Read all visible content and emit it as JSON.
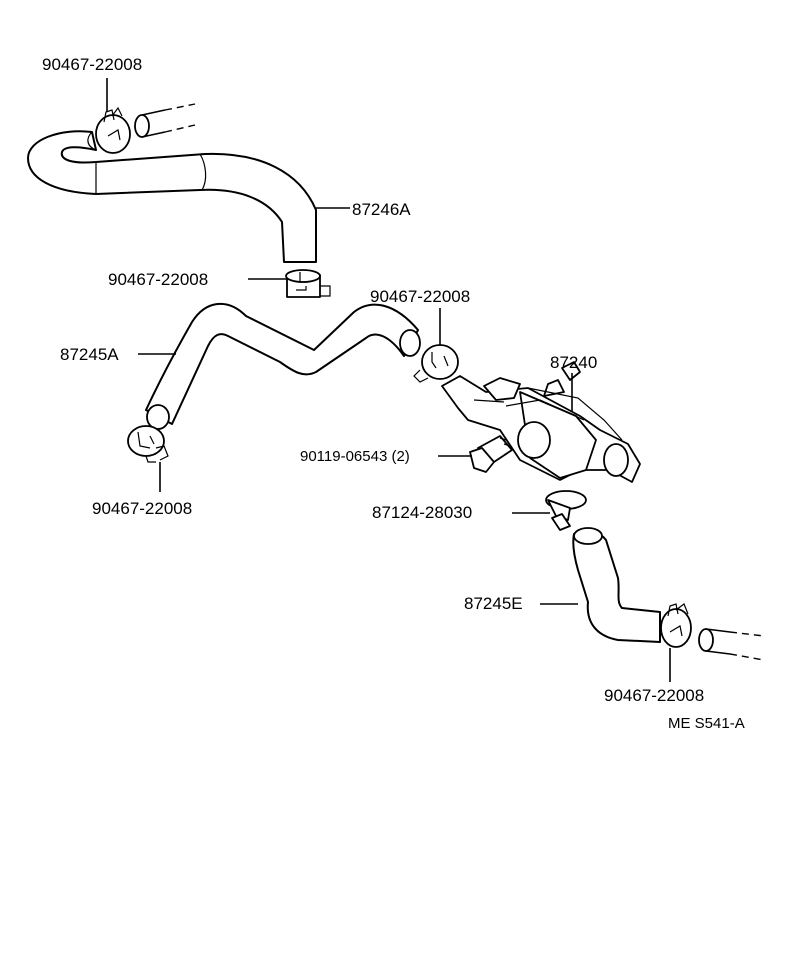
{
  "labels": {
    "clamp_top": "90467-22008",
    "hose_upper": "87246A",
    "clamp_mid_left": "90467-22008",
    "clamp_mid_right": "90467-22008",
    "valve": "87240",
    "hose_middle": "87245A",
    "bolt": "90119-06543 (2)",
    "clamp_bottom_left": "90467-22008",
    "clip": "87124-28030",
    "hose_lower": "87245E",
    "clamp_bottom_right": "90467-22008",
    "diagram_code": "ME S541-A"
  }
}
